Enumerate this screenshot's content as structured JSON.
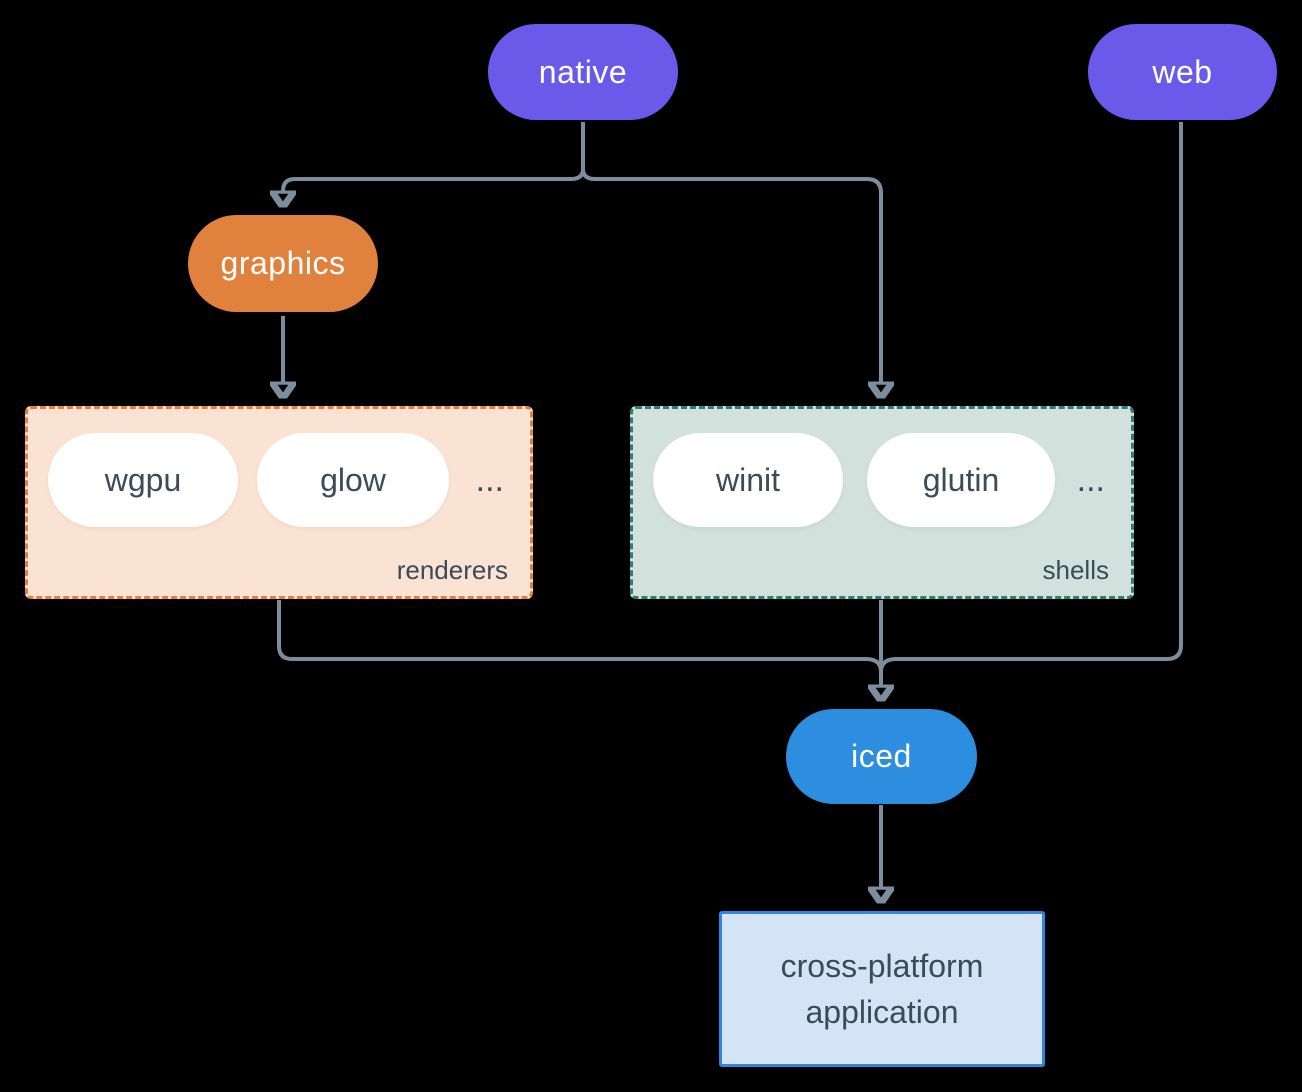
{
  "nodes": {
    "native": {
      "label": "native"
    },
    "web": {
      "label": "web"
    },
    "graphics": {
      "label": "graphics"
    },
    "wgpu": {
      "label": "wgpu"
    },
    "glow": {
      "label": "glow"
    },
    "winit": {
      "label": "winit"
    },
    "glutin": {
      "label": "glutin"
    },
    "iced": {
      "label": "iced"
    },
    "application": {
      "line1": "cross-platform",
      "line2": "application"
    }
  },
  "groups": {
    "renderers": {
      "label": "renderers",
      "more": "..."
    },
    "shells": {
      "label": "shells",
      "more": "..."
    }
  },
  "colors": {
    "background": "#000000",
    "edge": "#7c8d9d",
    "purple_pill": "#6b59e9",
    "orange_pill": "#e0813d",
    "blue_pill": "#2d8dde",
    "renderers_bg": "#fae3d3",
    "renderers_border": "#e0813d",
    "shells_bg": "#d2e1db",
    "shells_border": "#2c8070",
    "app_bg": "#d4e4f6",
    "app_border": "#2e87d8",
    "dark_text": "#3a4b5a",
    "white_text": "#ffffff"
  }
}
